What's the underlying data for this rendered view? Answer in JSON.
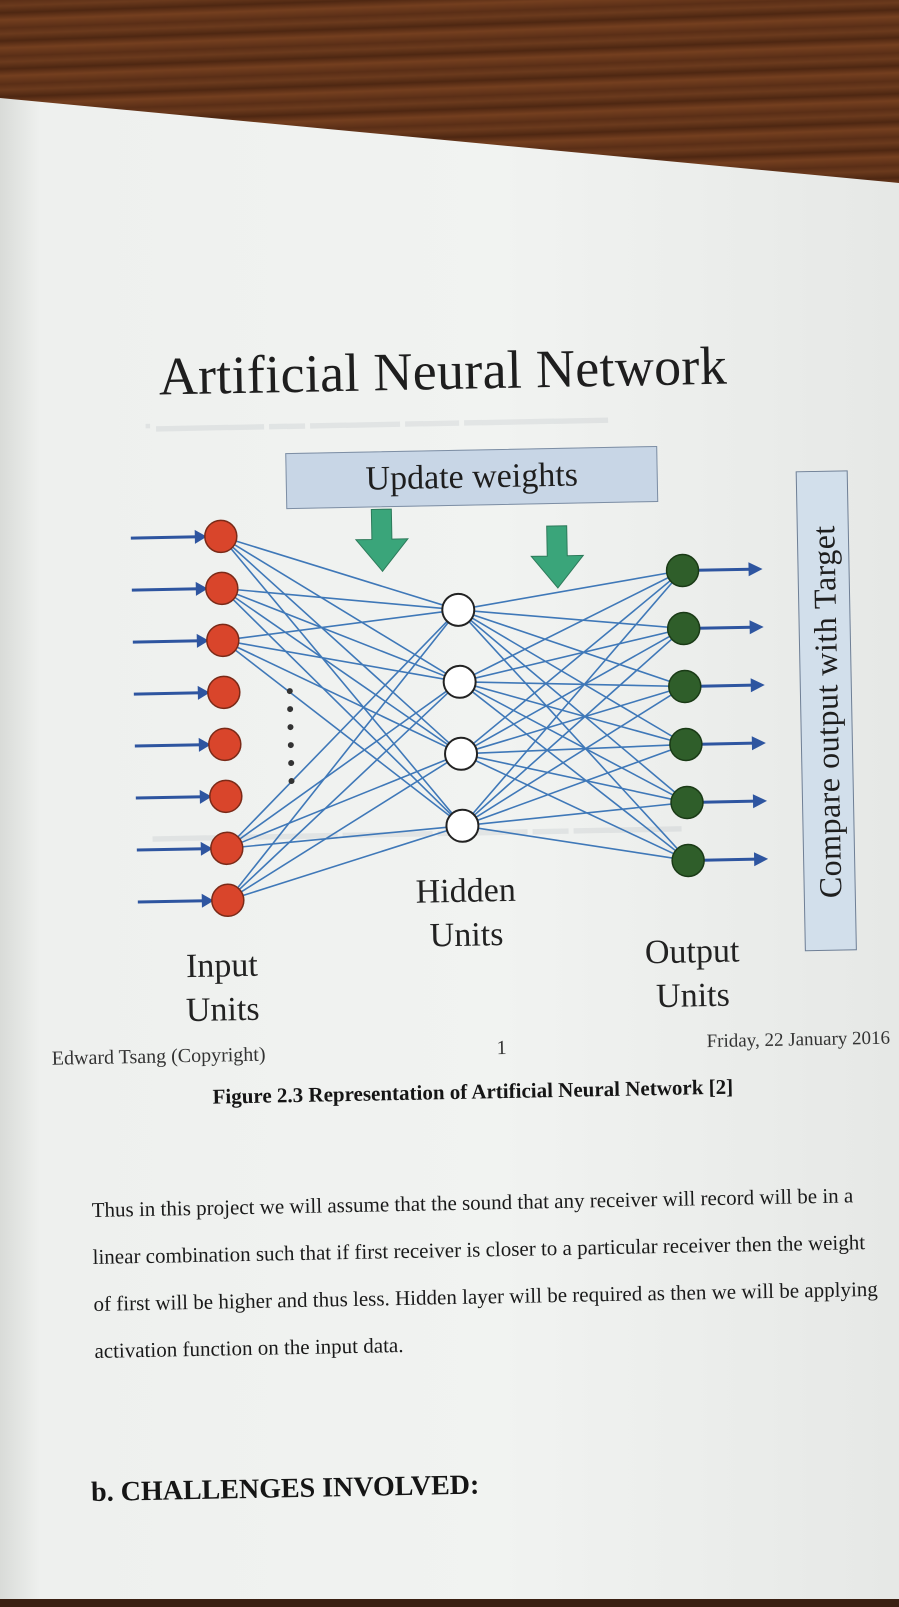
{
  "slide": {
    "title": "Artificial Neural Network",
    "update_label": "Update weights",
    "compare_label": "Compare output  with Target",
    "input_label": [
      "Input",
      "Units"
    ],
    "hidden_label": [
      "Hidden",
      "Units"
    ],
    "output_label": [
      "Output",
      "Units"
    ],
    "footer_author": "Edward Tsang (Copyright)",
    "footer_page": "1",
    "footer_date": "Friday, 22 January 2016"
  },
  "network": {
    "input_units": 8,
    "hidden_units": 4,
    "output_units": 6,
    "input_color": "#d9452b",
    "hidden_color": "#ffffff",
    "output_color": "#2f5e2a",
    "edge_color": "#3f78b8",
    "arrow_color": "#2e55a0",
    "update_arrow_color": "#3aa57a"
  },
  "document": {
    "caption": "Figure 2.3 Representation of Artificial Neural Network [2]",
    "paragraph": "Thus in this project we will assume that the sound that any receiver will record will be in a linear combination such that if first receiver is closer to a particular receiver then the weight of first will be higher and thus less. Hidden layer will be required as then we will be applying activation function on the input data.",
    "section_heading": "b.  CHALLENGES INVOLVED:"
  }
}
